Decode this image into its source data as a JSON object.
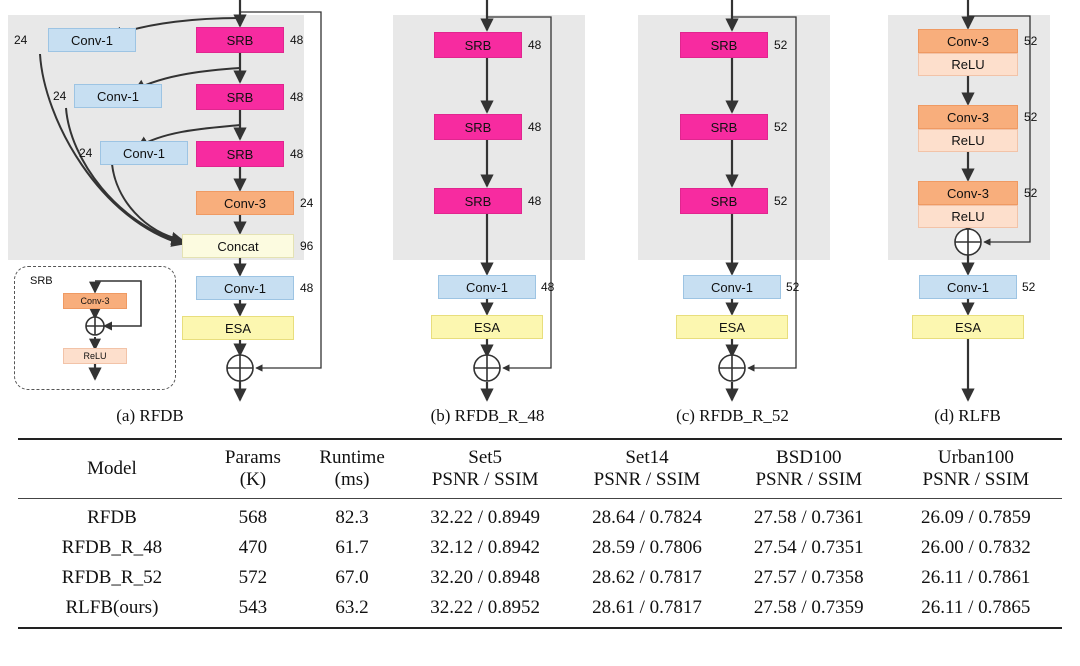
{
  "figure": {
    "subcaptions": [
      {
        "id": "a",
        "text": "(a) RFDB"
      },
      {
        "id": "b",
        "text": "(b) RFDB_R_48"
      },
      {
        "id": "c",
        "text": "(c) RFDB_R_52"
      },
      {
        "id": "d",
        "text": "(d) RLFB"
      }
    ],
    "colors": {
      "srb": "#f72ba0",
      "conv1": "#c7dff2",
      "conv3": "#f8ae7c",
      "relu": "#fddfcc",
      "concat": "#fcfbe0",
      "esa": "#fcf7b0",
      "graybox": "#e8e8e8",
      "wire": "#333333"
    },
    "panel_a": {
      "name": "RFDB",
      "srb_blocks": [
        {
          "label": "SRB",
          "channels": "48"
        },
        {
          "label": "SRB",
          "channels": "48"
        },
        {
          "label": "SRB",
          "channels": "48"
        }
      ],
      "conv1_branches": [
        {
          "label": "Conv-1",
          "channels": "24"
        },
        {
          "label": "Conv-1",
          "channels": "24"
        },
        {
          "label": "Conv-1",
          "channels": "24"
        }
      ],
      "conv3": {
        "label": "Conv-3",
        "channels": "24"
      },
      "concat": {
        "label": "Concat",
        "channels": "96"
      },
      "conv1_out": {
        "label": "Conv-1",
        "channels": "48"
      },
      "esa": {
        "label": "ESA"
      },
      "srb_detail": {
        "title": "SRB",
        "conv3": "Conv-3",
        "relu": "ReLU"
      }
    },
    "panel_b": {
      "name": "RFDB_R_48",
      "blocks": [
        {
          "label": "SRB",
          "channels": "48"
        },
        {
          "label": "SRB",
          "channels": "48"
        },
        {
          "label": "SRB",
          "channels": "48"
        }
      ],
      "conv1_out": {
        "label": "Conv-1",
        "channels": "48"
      },
      "esa": {
        "label": "ESA"
      }
    },
    "panel_c": {
      "name": "RFDB_R_52",
      "blocks": [
        {
          "label": "SRB",
          "channels": "52"
        },
        {
          "label": "SRB",
          "channels": "52"
        },
        {
          "label": "SRB",
          "channels": "52"
        }
      ],
      "conv1_out": {
        "label": "Conv-1",
        "channels": "52"
      },
      "esa": {
        "label": "ESA"
      }
    },
    "panel_d": {
      "name": "RLFB",
      "blocks": [
        {
          "conv": "Conv-3",
          "act": "ReLU",
          "channels": "52"
        },
        {
          "conv": "Conv-3",
          "act": "ReLU",
          "channels": "52"
        },
        {
          "conv": "Conv-3",
          "act": "ReLU",
          "channels": "52"
        }
      ],
      "conv1_out": {
        "label": "Conv-1",
        "channels": "52"
      },
      "esa": {
        "label": "ESA"
      }
    }
  },
  "table": {
    "headers": [
      {
        "l1": "Model",
        "l2": ""
      },
      {
        "l1": "Params",
        "l2": "(K)"
      },
      {
        "l1": "Runtime",
        "l2": "(ms)"
      },
      {
        "l1": "Set5",
        "l2": "PSNR / SSIM"
      },
      {
        "l1": "Set14",
        "l2": "PSNR / SSIM"
      },
      {
        "l1": "BSD100",
        "l2": "PSNR / SSIM"
      },
      {
        "l1": "Urban100",
        "l2": "PSNR / SSIM"
      }
    ],
    "rows": [
      {
        "model": "RFDB",
        "params": "568",
        "runtime": "82.3",
        "set5": "32.22 / 0.8949",
        "set14": "28.64 / 0.7824",
        "bsd100": "27.58 / 0.7361",
        "urban100": "26.09 / 0.7859"
      },
      {
        "model": "RFDB_R_48",
        "params": "470",
        "runtime": "61.7",
        "set5": "32.12 / 0.8942",
        "set14": "28.59 / 0.7806",
        "bsd100": "27.54 / 0.7351",
        "urban100": "26.00 / 0.7832"
      },
      {
        "model": "RFDB_R_52",
        "params": "572",
        "runtime": "67.0",
        "set5": "32.20 / 0.8948",
        "set14": "28.62 / 0.7817",
        "bsd100": "27.57 / 0.7358",
        "urban100": "26.11 / 0.7861"
      },
      {
        "model": "RLFB(ours)",
        "params": "543",
        "runtime": "63.2",
        "set5": "32.22 / 0.8952",
        "set14": "28.61 / 0.7817",
        "bsd100": "27.58 / 0.7359",
        "urban100": "26.11 / 0.7865"
      }
    ]
  }
}
